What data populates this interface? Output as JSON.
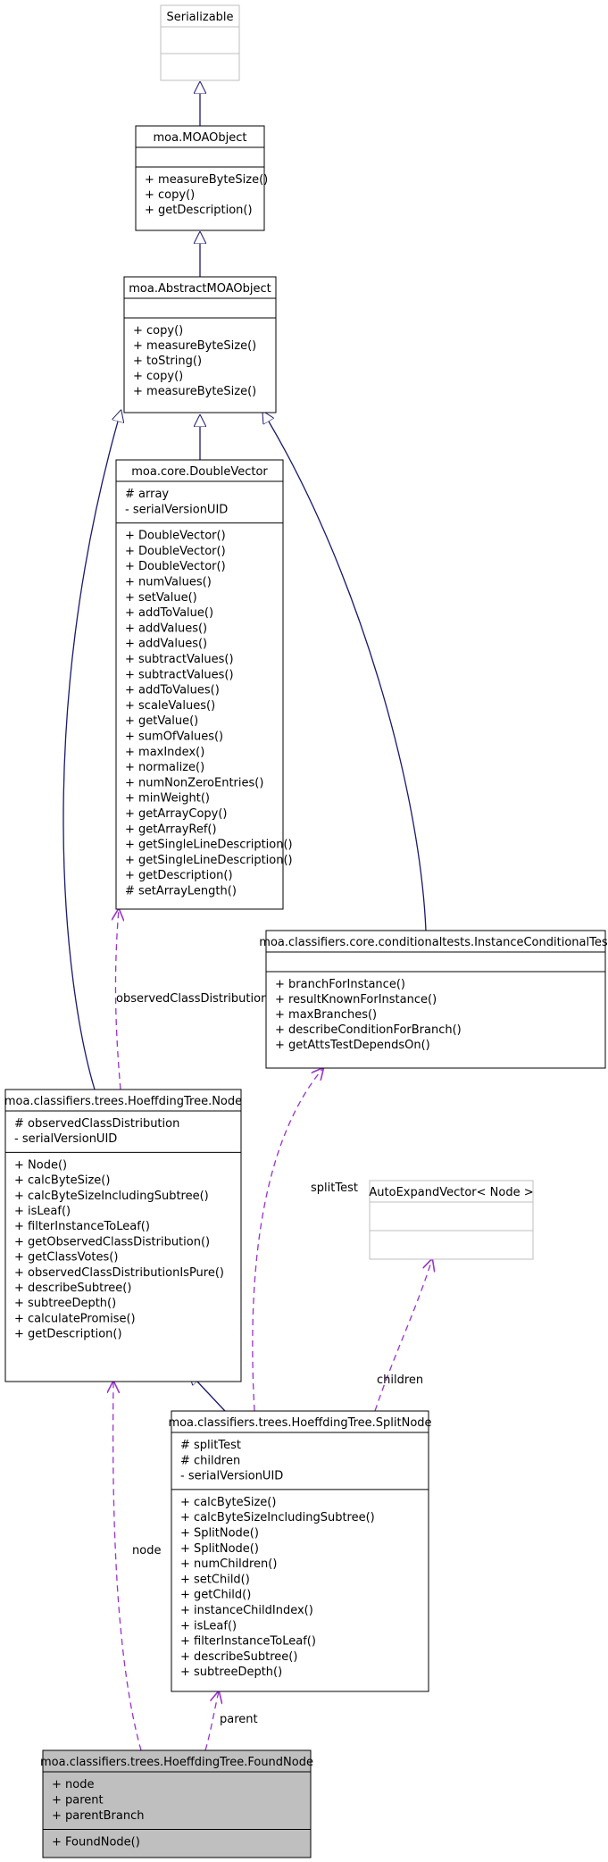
{
  "colors": {
    "inheritance": "#191970",
    "association": "#9a32cd",
    "box_border": "#000000",
    "muted_border": "#bfbfbf",
    "focus_fill": "#bfbfbf",
    "muted_text": "#404040"
  },
  "classes": [
    {
      "id": "serializable",
      "name": "Serializable",
      "style": "muted",
      "attributes": [],
      "methods": []
    },
    {
      "id": "moaobject",
      "name": "moa.MOAObject",
      "style": "normal",
      "attributes": [],
      "methods": [
        "+ measureByteSize()",
        "+ copy()",
        "+ getDescription()"
      ]
    },
    {
      "id": "abstractmoaobject",
      "name": "moa.AbstractMOAObject",
      "style": "normal",
      "attributes": [],
      "methods": [
        "+ copy()",
        "+ measureByteSize()",
        "+ toString()",
        "+ copy()",
        "+ measureByteSize()"
      ]
    },
    {
      "id": "doublevector",
      "name": "moa.core.DoubleVector",
      "style": "normal",
      "attributes": [
        "# array",
        "- serialVersionUID"
      ],
      "methods": [
        "+ DoubleVector()",
        "+ DoubleVector()",
        "+ DoubleVector()",
        "+ numValues()",
        "+ setValue()",
        "+ addToValue()",
        "+ addValues()",
        "+ addValues()",
        "+ subtractValues()",
        "+ subtractValues()",
        "+ addToValues()",
        "+ scaleValues()",
        "+ getValue()",
        "+ sumOfValues()",
        "+ maxIndex()",
        "+ normalize()",
        "+ numNonZeroEntries()",
        "+ minWeight()",
        "+ getArrayCopy()",
        "+ getArrayRef()",
        "+ getSingleLineDescription()",
        "+ getSingleLineDescription()",
        "+ getDescription()",
        "# setArrayLength()"
      ]
    },
    {
      "id": "instanceconditionaltest",
      "name": "moa.classifiers.core.conditionaltests.InstanceConditionalTest",
      "style": "normal",
      "attributes": [],
      "methods": [
        "+ branchForInstance()",
        "+ resultKnownForInstance()",
        "+ maxBranches()",
        "+ describeConditionForBranch()",
        "+ getAttsTestDependsOn()"
      ]
    },
    {
      "id": "node",
      "name": "moa.classifiers.trees.HoeffdingTree.Node",
      "style": "normal",
      "attributes": [
        "# observedClassDistribution",
        "- serialVersionUID"
      ],
      "methods": [
        "+ Node()",
        "+ calcByteSize()",
        "+ calcByteSizeIncludingSubtree()",
        "+ isLeaf()",
        "+ filterInstanceToLeaf()",
        "+ getObservedClassDistribution()",
        "+ getClassVotes()",
        "+ observedClassDistributionIsPure()",
        "+ describeSubtree()",
        "+ subtreeDepth()",
        "+ calculatePromise()",
        "+ getDescription()"
      ]
    },
    {
      "id": "autoexpandvector",
      "name": "AutoExpandVector< Node >",
      "style": "muted",
      "attributes": [],
      "methods": []
    },
    {
      "id": "splitnode",
      "name": "moa.classifiers.trees.HoeffdingTree.SplitNode",
      "style": "normal",
      "attributes": [
        "# splitTest",
        "# children",
        "- serialVersionUID"
      ],
      "methods": [
        "+ calcByteSize()",
        "+ calcByteSizeIncludingSubtree()",
        "+ SplitNode()",
        "+ SplitNode()",
        "+ numChildren()",
        "+ setChild()",
        "+ getChild()",
        "+ instanceChildIndex()",
        "+ isLeaf()",
        "+ filterInstanceToLeaf()",
        "+ describeSubtree()",
        "+ subtreeDepth()"
      ]
    },
    {
      "id": "foundnode",
      "name": "moa.classifiers.trees.HoeffdingTree.FoundNode",
      "style": "focus",
      "attributes": [
        "+ node",
        "+ parent",
        "+ parentBranch"
      ],
      "methods": [
        "+ FoundNode()"
      ]
    }
  ],
  "edge_labels": {
    "observed": "observedClassDistribution",
    "splittest": "splitTest",
    "children": "children",
    "node": "node",
    "parent": "parent"
  }
}
